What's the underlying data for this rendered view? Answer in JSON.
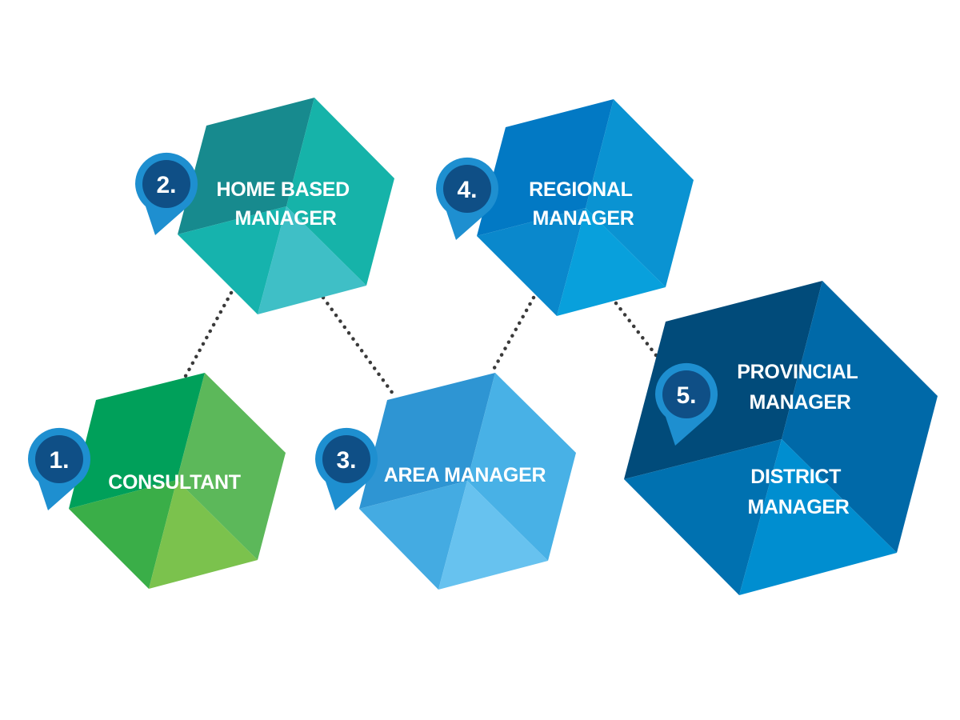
{
  "colors": {
    "consultant": [
      "#00a05a",
      "#5cb85a",
      "#3aae48",
      "#7bc24d"
    ],
    "home_based_manager": [
      "#178a8e",
      "#16b3a9",
      "#16b3ad",
      "#3fbfc6"
    ],
    "area_manager": [
      "#2e95d3",
      "#48b1e6",
      "#44abe2",
      "#67c2ef"
    ],
    "regional_manager": [
      "#0279c4",
      "#0a93d2",
      "#0a88cc",
      "#08a0dc"
    ],
    "provincial_district_manager": [
      "#014b7a",
      "#0069a8",
      "#0071b0",
      "#008ed0"
    ],
    "pin_outer": "#1e8fd0",
    "pin_inner": "#0f4f86",
    "connector": "#3a3a3a"
  },
  "steps": [
    {
      "number": "1.",
      "lines": [
        "CONSULTANT"
      ]
    },
    {
      "number": "2.",
      "lines": [
        "HOME BASED",
        "MANAGER"
      ]
    },
    {
      "number": "3.",
      "lines": [
        "AREA MANAGER"
      ]
    },
    {
      "number": "4.",
      "lines": [
        "REGIONAL",
        "MANAGER"
      ]
    },
    {
      "number": "5.",
      "lines": [
        "PROVINCIAL",
        "MANAGER"
      ],
      "lines_secondary": [
        "DISTRICT",
        "MANAGER"
      ]
    }
  ]
}
